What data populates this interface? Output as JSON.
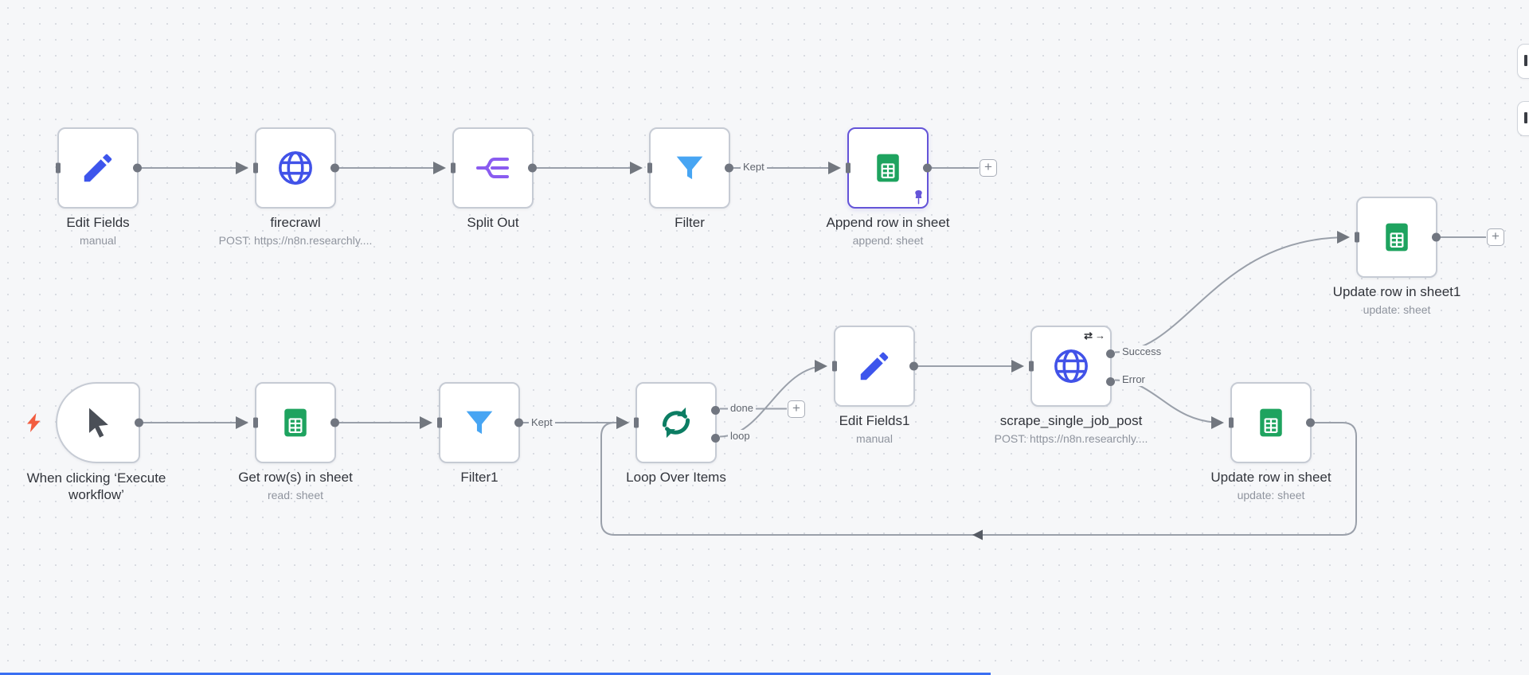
{
  "workflow": {
    "nodes": [
      {
        "label": "Edit Fields",
        "sublabel": "manual"
      },
      {
        "label": "firecrawl",
        "sublabel": "POST: https://n8n.researchly...."
      },
      {
        "label": "Split Out",
        "sublabel": ""
      },
      {
        "label": "Filter",
        "sublabel": ""
      },
      {
        "label": "Append row in sheet",
        "sublabel": "append: sheet"
      },
      {
        "label": "When clicking ‘Execute workflow’",
        "sublabel": ""
      },
      {
        "label": "Get row(s) in sheet",
        "sublabel": "read: sheet"
      },
      {
        "label": "Filter1",
        "sublabel": ""
      },
      {
        "label": "Loop Over Items",
        "sublabel": ""
      },
      {
        "label": "Edit Fields1",
        "sublabel": "manual"
      },
      {
        "label": "scrape_single_job_post",
        "sublabel": "POST: https://n8n.researchly...."
      },
      {
        "label": "Update row in sheet1",
        "sublabel": "update: sheet"
      },
      {
        "label": "Update row in sheet",
        "sublabel": "update: sheet"
      }
    ],
    "port_labels": {
      "kept_top": "Kept",
      "kept_bottom": "Kept",
      "done": "done",
      "loop": "loop",
      "success": "Success",
      "error": "Error"
    },
    "plus": "+",
    "badges": {
      "repeat": "⇄",
      "arrow": "→"
    },
    "colors": {
      "accent_selected": "#6454d8",
      "wire": "#9aa0aa",
      "sheets_green": "#1ea35f",
      "funnel_blue": "#47a5f3",
      "pencil_blue": "#3d55ec",
      "globe_blue": "#4152e8",
      "split_purple": "#8a5cf0",
      "loop_green": "#0c7d63",
      "bolt_orange": "#f25c3f",
      "bottom_bar_blue": "#3a6ff2"
    }
  }
}
